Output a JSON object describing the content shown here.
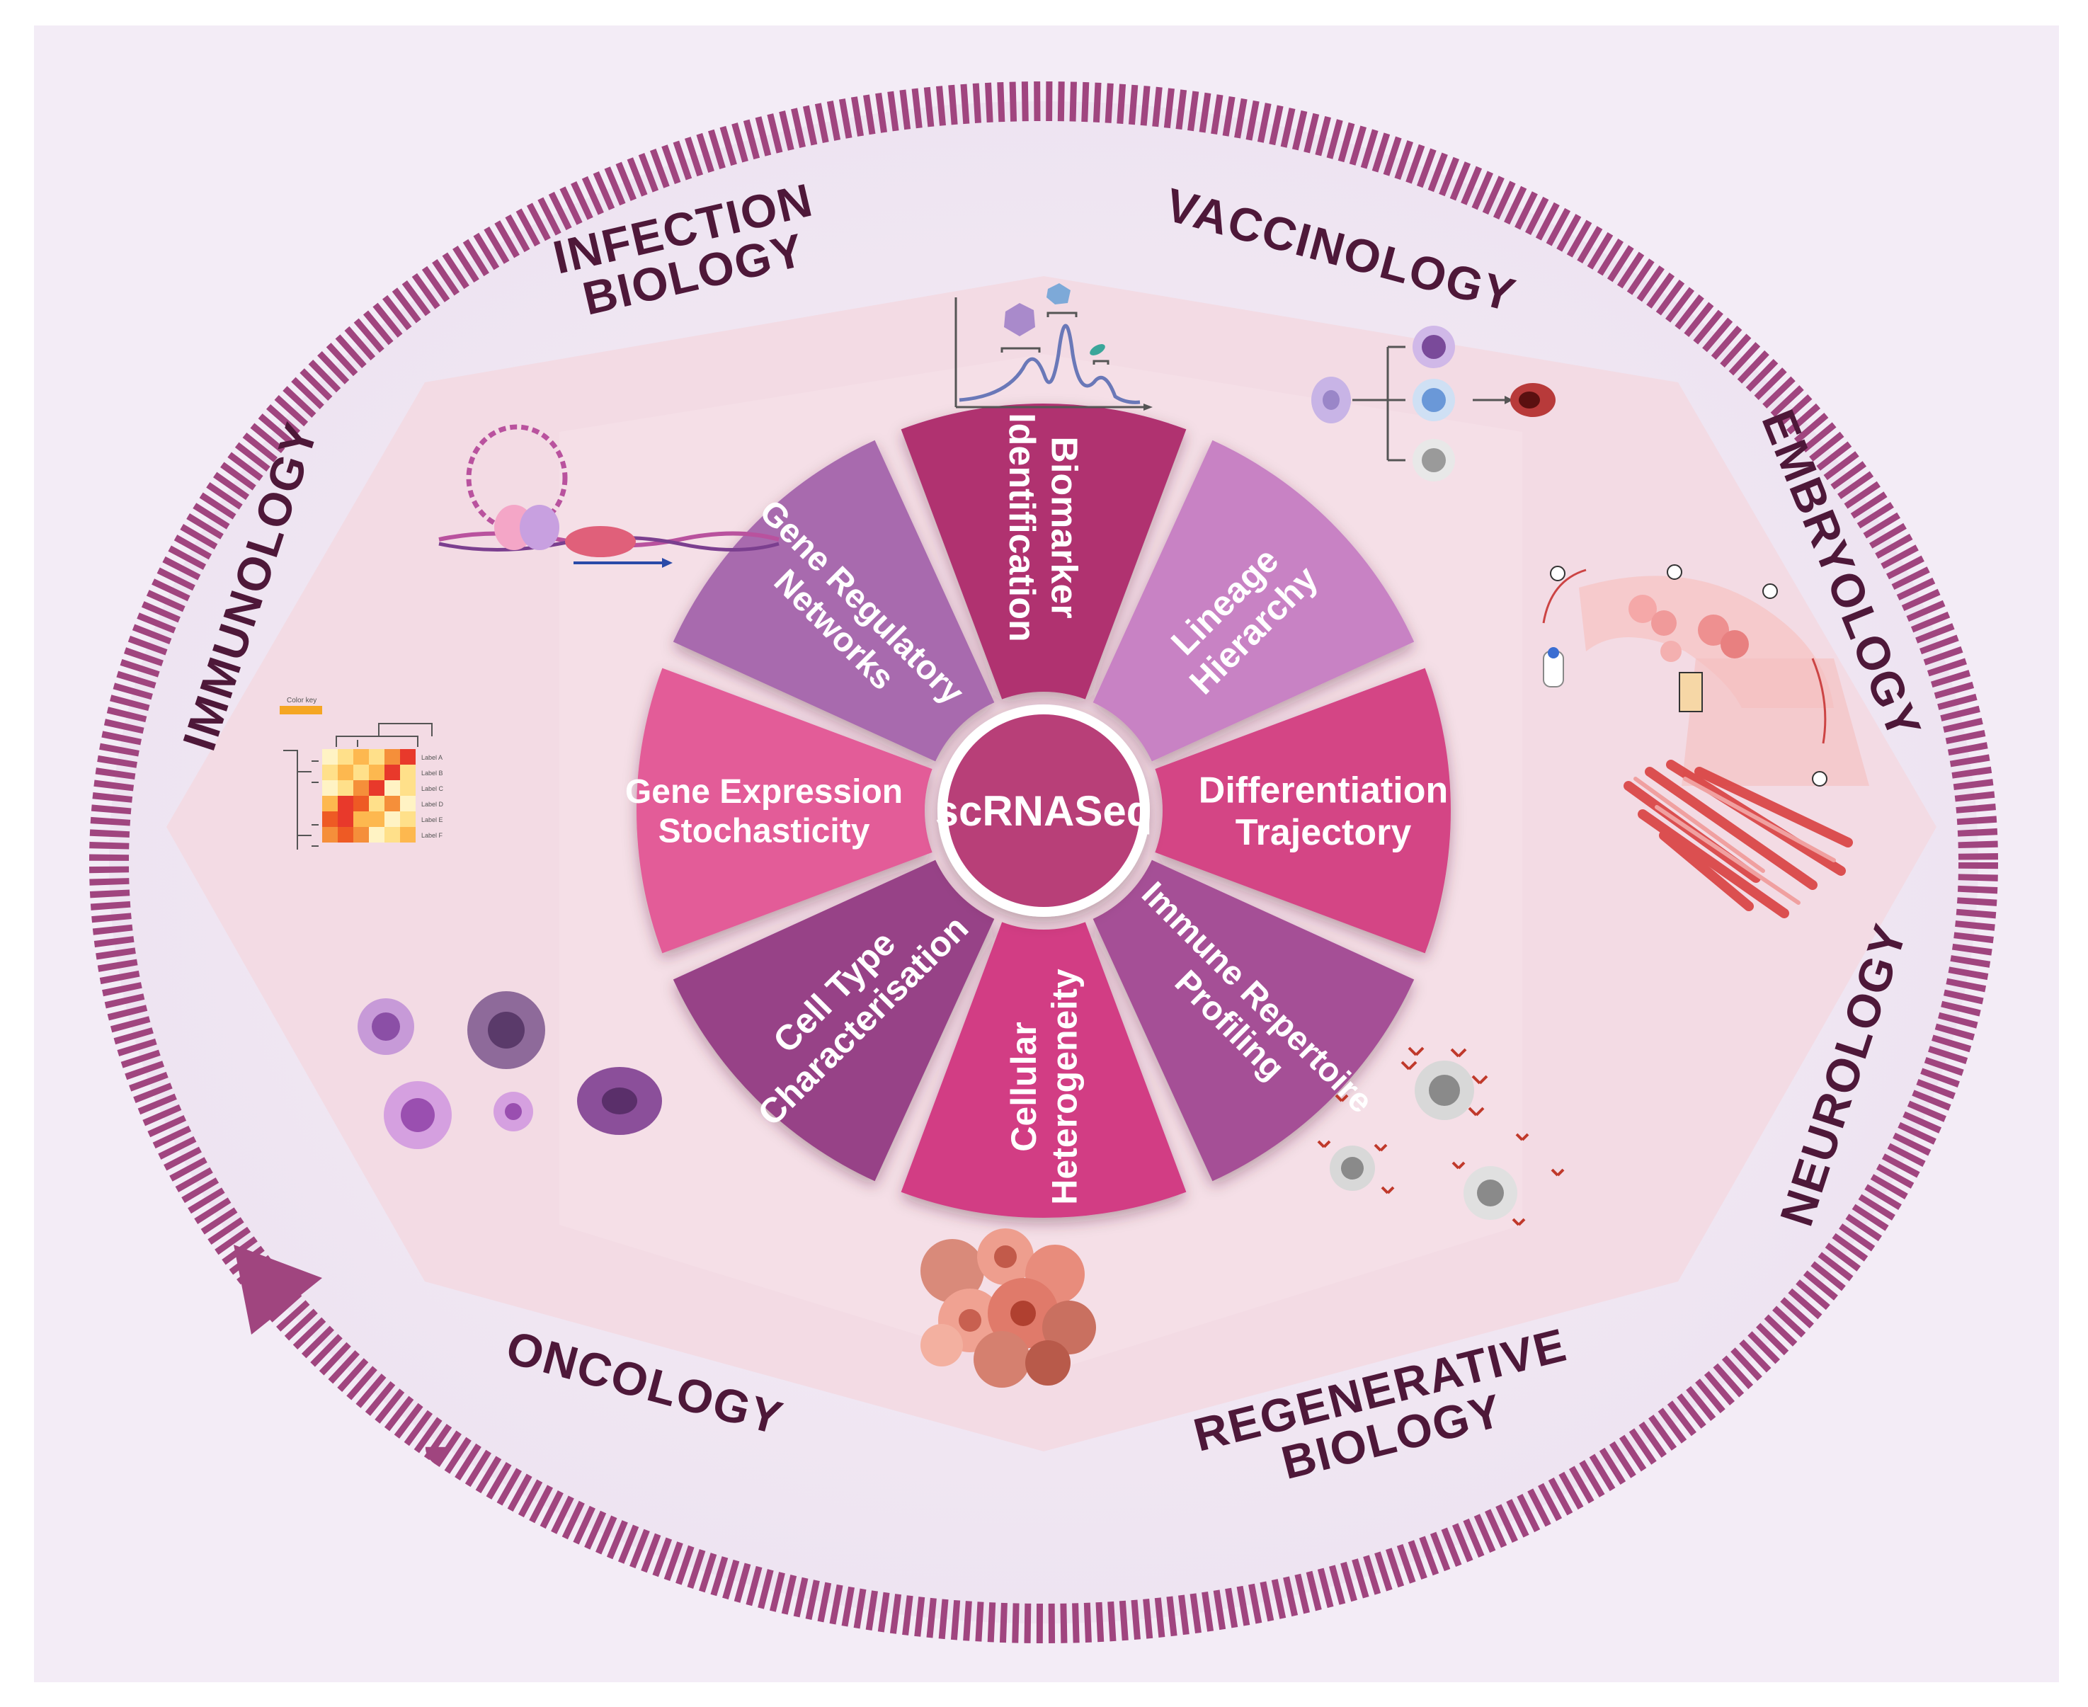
{
  "center": {
    "label": "scRNASeq"
  },
  "segments": [
    {
      "id": "biomarker",
      "lines": [
        "Biomarker",
        "Identification"
      ],
      "color": "#b0306f"
    },
    {
      "id": "lineage",
      "lines": [
        "Lineage",
        "Hierarchy"
      ],
      "color": "#c882c4"
    },
    {
      "id": "differentiation",
      "lines": [
        "Differentiation",
        "Trajectory"
      ],
      "color": "#d44585"
    },
    {
      "id": "immune",
      "lines": [
        "Immune Repertoire",
        "Profiling"
      ],
      "color": "#a54f96"
    },
    {
      "id": "heterogeneity",
      "lines": [
        "Cellular",
        "Heterogeneity"
      ],
      "color": "#d23c84"
    },
    {
      "id": "celltype",
      "lines": [
        "Cell Type",
        "Characterisation"
      ],
      "color": "#974387"
    },
    {
      "id": "stochasticity",
      "lines": [
        "Gene Expression",
        "Stochasticity"
      ],
      "color": "#e35c98"
    },
    {
      "id": "regulatory",
      "lines": [
        "Gene Regulatory",
        "Networks"
      ],
      "color": "#a86aae"
    }
  ],
  "fields": {
    "infection": [
      "INFECTION",
      "BIOLOGY"
    ],
    "vaccinology": [
      "VACCINOLOGY"
    ],
    "embryology": [
      "EMBRYOLOGY"
    ],
    "neurology": [
      "NEUROLOGY"
    ],
    "regenerative": [
      "REGENERATIVE",
      "BIOLOGY"
    ],
    "oncology": [
      "ONCOLOGY"
    ],
    "immunology": [
      "IMMUNOLOGY"
    ]
  },
  "heatmap": {
    "legend_title": "Color key",
    "row_labels": [
      "Label A",
      "Label B",
      "Label C",
      "Label D",
      "Label E",
      "Label F"
    ]
  },
  "colors": {
    "ring_dash": "#a0457f",
    "octagon": "#f4dde6",
    "field_text": "#4e1839",
    "arrow": "#a0457f"
  }
}
